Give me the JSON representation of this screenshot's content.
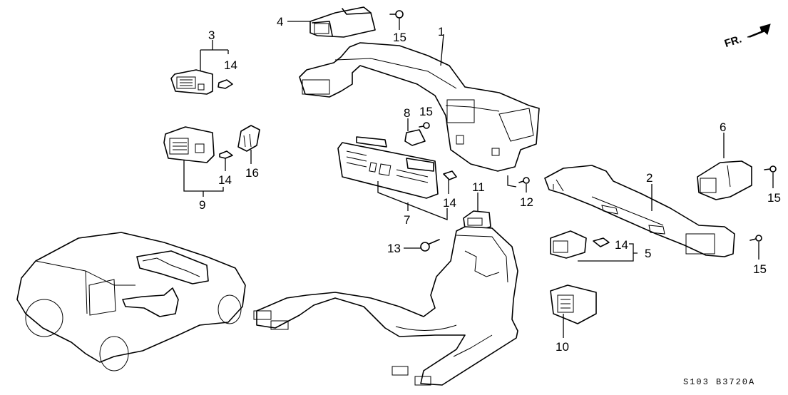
{
  "diagram": {
    "type": "exploded-parts-diagram",
    "subject": "Heater / air vent ducts",
    "direction_indicator": {
      "label": "FR.",
      "icon": "front-arrow-icon"
    },
    "diagram_code": "S103 B3720A",
    "callouts": [
      {
        "id": "1",
        "part": "main-dash-duct"
      },
      {
        "id": "2",
        "part": "right-side-duct"
      },
      {
        "id": "3",
        "part": "left-side-vent"
      },
      {
        "id": "4",
        "part": "left-duct-joint"
      },
      {
        "id": "5",
        "part": "right-side-vent"
      },
      {
        "id": "6",
        "part": "right-duct-joint"
      },
      {
        "id": "7",
        "part": "center-vent"
      },
      {
        "id": "8",
        "part": "clip-bracket"
      },
      {
        "id": "9",
        "part": "left-lower-vent"
      },
      {
        "id": "10",
        "part": "right-lower-vent"
      },
      {
        "id": "11",
        "part": "floor-duct-joint"
      },
      {
        "id": "12",
        "part": "screw"
      },
      {
        "id": "13",
        "part": "clip-screw"
      },
      {
        "id": "14",
        "part": "vent-clip"
      },
      {
        "id": "15",
        "part": "tapping-screw"
      },
      {
        "id": "16",
        "part": "vent-holder"
      }
    ],
    "labels": {
      "l1": "1",
      "l2": "2",
      "l3": "3",
      "l4": "4",
      "l5": "5",
      "l6": "6",
      "l7": "7",
      "l8": "8",
      "l9": "9",
      "l10": "10",
      "l11": "11",
      "l12": "12",
      "l13": "13",
      "l14a": "14",
      "l14b": "14",
      "l14c": "14",
      "l14d": "14",
      "l15a": "15",
      "l15b": "15",
      "l15c": "15",
      "l15d": "15",
      "l16": "16"
    }
  }
}
